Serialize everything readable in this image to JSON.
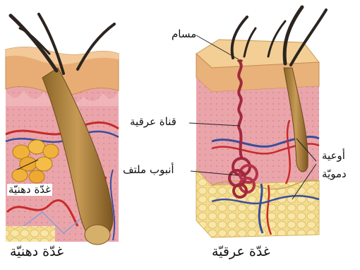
{
  "labels": {
    "pore": "مسام",
    "sweat_duct": "قناة عرقية",
    "coiled_tube": "أنبوب ملتف",
    "blood_vessels_1": "أوعية",
    "blood_vessels_2": "دمويّة",
    "sebaceous_gland_inset": "غدّة دهنيّة",
    "caption_sebaceous": "غدّة دهنيّة",
    "caption_sweat": "غدّة عرقيّة"
  },
  "colors": {
    "epidermis": "#e8b27a",
    "dermis": "#e9a2a8",
    "fat": "#f2d98a",
    "hair_shaft": "#2b2420",
    "follicle": "#b88a45",
    "sebaceous_gland": "#f0b23a",
    "sweat_gland": "#a0283c",
    "vein": "#3a4e9c",
    "artery": "#c82a2a"
  }
}
